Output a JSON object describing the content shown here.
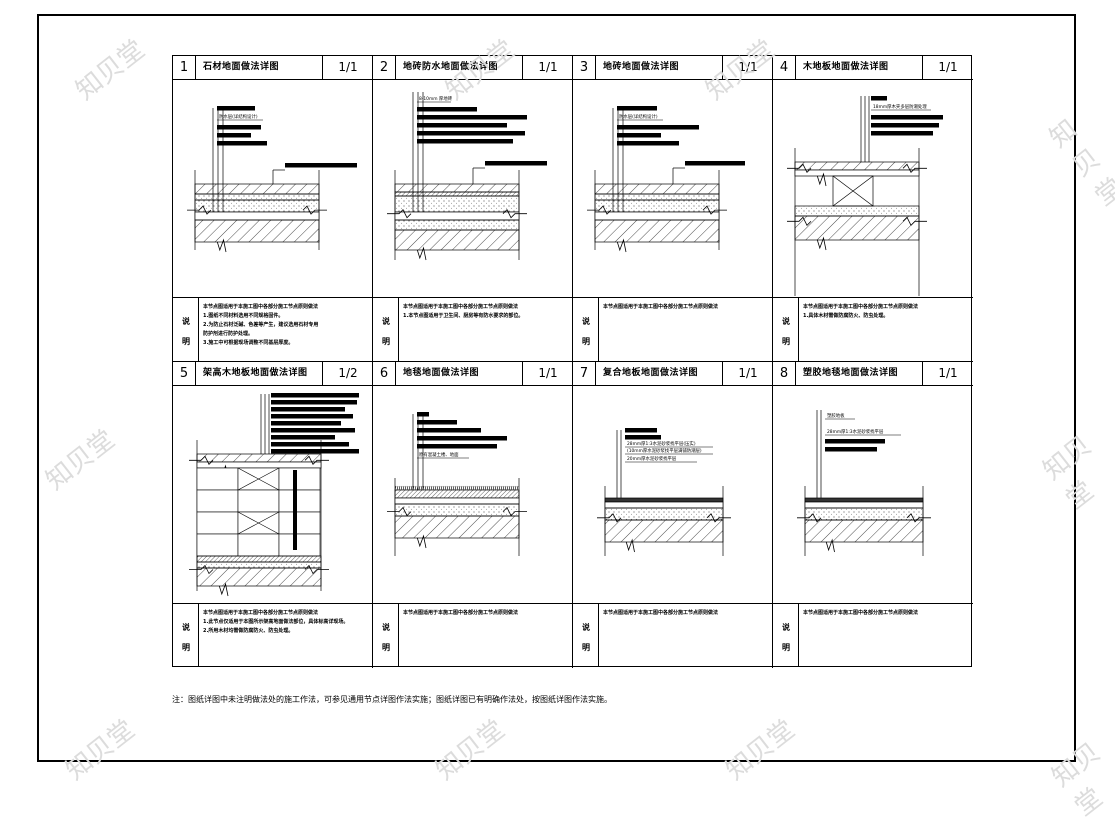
{
  "panels": [
    {
      "number": "1",
      "title": "石材地面做法详图",
      "scale": "1/1",
      "note_label": [
        "说",
        "明"
      ],
      "notes": [
        "本节点图适用于本施工图中各部分施工节点原则做法",
        "1.图纸不同材料选用不同规格固件。",
        "2.为防止石材泛碱、色差等产生，建议选用石材专用",
        "  防护剂进行防护处理。",
        "3.施工中可根据现场调整不同基层厚度。"
      ],
      "callouts": [
        "",
        "防水层(详结构设计)",
        "",
        "",
        ""
      ]
    },
    {
      "number": "2",
      "title": "地砖防水地面做法详图",
      "scale": "1/1",
      "note_label": [
        "说",
        "明"
      ],
      "notes": [
        "本节点图适用于本施工图中各部分施工节点原则做法",
        "1.本节点图适用于卫生间、厨房等有防水要求的部位。"
      ],
      "callouts": [
        "8-10mm 厚地砖",
        "",
        "",
        "",
        "",
        ""
      ]
    },
    {
      "number": "3",
      "title": "地砖地面做法详图",
      "scale": "1/1",
      "note_label": [
        "说",
        "明"
      ],
      "notes": [
        "本节点图适用于本施工图中各部分施工节点原则做法"
      ],
      "callouts": [
        "",
        "防水层(详结构设计)",
        "",
        "",
        ""
      ]
    },
    {
      "number": "4",
      "title": "木地板地面做法详图",
      "scale": "1/1",
      "note_label": [
        "说",
        "明"
      ],
      "notes": [
        "本节点图适用于本施工图中各部分施工节点原则做法",
        "1.具体木材需做防腐防火、防虫处理。"
      ],
      "callouts": [
        "",
        "18mm厚木夹多层防潮处理",
        "",
        "",
        ""
      ]
    },
    {
      "number": "5",
      "title": "架高木地板地面做法详图",
      "scale": "1/2",
      "note_label": [
        "说",
        "明"
      ],
      "notes": [
        "本节点图适用于本施工图中各部分施工节点原则做法",
        "1.此节点仅适用于本图所示架高地面做法部位，具体标高详现场。",
        "2.所用木材均需做防腐防火、防虫处理。"
      ],
      "callouts": [
        "",
        "",
        "",
        "",
        "",
        "",
        "",
        "",
        ""
      ]
    },
    {
      "number": "6",
      "title": "地毯地面做法详图",
      "scale": "1/1",
      "note_label": [
        "说",
        "明"
      ],
      "notes": [
        "本节点图适用于本施工图中各部分施工节点原则做法"
      ],
      "callouts": [
        "",
        "",
        "",
        "",
        "",
        "原有混凝土楼、地面"
      ]
    },
    {
      "number": "7",
      "title": "复合地板地面做法详图",
      "scale": "1/1",
      "note_label": [
        "说",
        "明"
      ],
      "notes": [
        "本节点图适用于本施工图中各部分施工节点原则做法"
      ],
      "callouts": [
        "",
        "",
        "28mm厚1:3水泥砂浆找平层(压实)",
        "(10mm厚水泥砂浆找平层满铺防潮层)",
        "20mm厚水泥砂浆找平层",
        ""
      ]
    },
    {
      "number": "8",
      "title": "塑胶地毯地面做法详图",
      "scale": "1/1",
      "note_label": [
        "说",
        "明"
      ],
      "notes": [
        "本节点图适用于本施工图中各部分施工节点原则做法"
      ],
      "callouts": [
        "塑胶地板",
        "28mm厚1:3水泥砂浆找平层",
        "",
        "",
        ""
      ]
    }
  ],
  "footnote": "注：图纸详图中未注明做法处的施工作法，可参见通用节点详图作法实施；图纸详图已有明确作法处，按图纸详图作法实施。",
  "watermark": "知贝堂"
}
